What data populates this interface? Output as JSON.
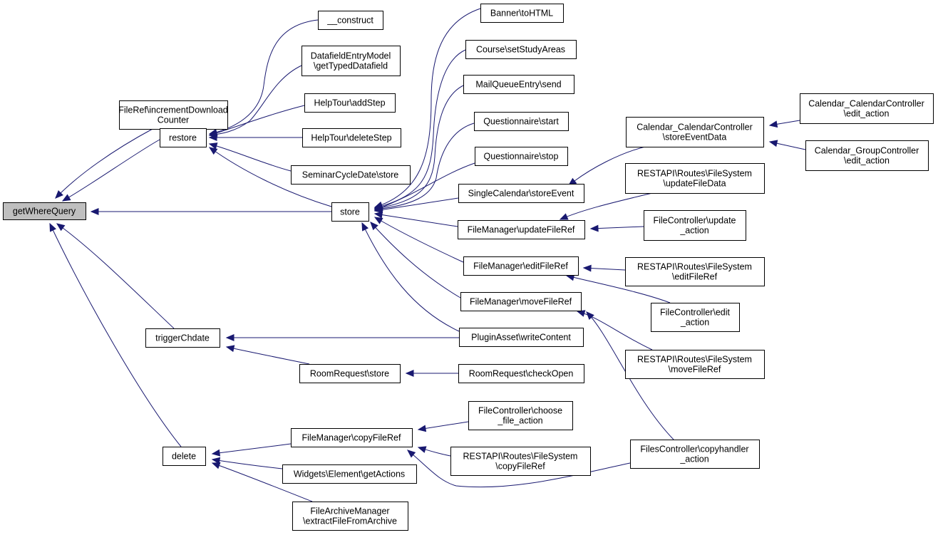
{
  "colors": {
    "edge": "#191970",
    "highlight_fill": "#bfbfbf",
    "node_fill": "#ffffff",
    "node_stroke": "#000000"
  },
  "nodes": [
    {
      "id": "getWhereQuery",
      "lines": [
        "getWhereQuery"
      ],
      "highlight": true
    },
    {
      "id": "fileref_incdl",
      "lines": [
        "FileRef\\incrementDownload",
        "Counter"
      ]
    },
    {
      "id": "restore",
      "lines": [
        "restore"
      ]
    },
    {
      "id": "triggerChdate",
      "lines": [
        "triggerChdate"
      ]
    },
    {
      "id": "delete",
      "lines": [
        "delete"
      ]
    },
    {
      "id": "store",
      "lines": [
        "store"
      ]
    },
    {
      "id": "construct",
      "lines": [
        "__construct"
      ]
    },
    {
      "id": "dfem",
      "lines": [
        "DatafieldEntryModel",
        "\\getTypedDatafield"
      ]
    },
    {
      "id": "ht_add",
      "lines": [
        "HelpTour\\addStep"
      ]
    },
    {
      "id": "ht_del",
      "lines": [
        "HelpTour\\deleteStep"
      ]
    },
    {
      "id": "scd_store",
      "lines": [
        "SeminarCycleDate\\store"
      ]
    },
    {
      "id": "rr_store",
      "lines": [
        "RoomRequest\\store"
      ]
    },
    {
      "id": "fm_copy",
      "lines": [
        "FileManager\\copyFileRef"
      ]
    },
    {
      "id": "we_get",
      "lines": [
        "Widgets\\Element\\getActions"
      ]
    },
    {
      "id": "fam_extract",
      "lines": [
        "FileArchiveManager",
        "\\extractFileFromArchive"
      ]
    },
    {
      "id": "banner",
      "lines": [
        "Banner\\toHTML"
      ]
    },
    {
      "id": "course",
      "lines": [
        "Course\\setStudyAreas"
      ]
    },
    {
      "id": "mqe",
      "lines": [
        "MailQueueEntry\\send"
      ]
    },
    {
      "id": "q_start",
      "lines": [
        "Questionnaire\\start"
      ]
    },
    {
      "id": "q_stop",
      "lines": [
        "Questionnaire\\stop"
      ]
    },
    {
      "id": "sc_store",
      "lines": [
        "SingleCalendar\\storeEvent"
      ]
    },
    {
      "id": "fm_update",
      "lines": [
        "FileManager\\updateFileRef"
      ]
    },
    {
      "id": "fm_edit",
      "lines": [
        "FileManager\\editFileRef"
      ]
    },
    {
      "id": "fm_move",
      "lines": [
        "FileManager\\moveFileRef"
      ]
    },
    {
      "id": "pa_write",
      "lines": [
        "PluginAsset\\writeContent"
      ]
    },
    {
      "id": "rr_check",
      "lines": [
        "RoomRequest\\checkOpen"
      ]
    },
    {
      "id": "fc_choose",
      "lines": [
        "FileController\\choose",
        "_file_action"
      ]
    },
    {
      "id": "rest_copy",
      "lines": [
        "RESTAPI\\Routes\\FileSystem",
        "\\copyFileRef"
      ]
    },
    {
      "id": "calc_store",
      "lines": [
        "Calendar_CalendarController",
        "\\storeEventData"
      ]
    },
    {
      "id": "rest_update",
      "lines": [
        "RESTAPI\\Routes\\FileSystem",
        "\\updateFileData"
      ]
    },
    {
      "id": "fc_update",
      "lines": [
        "FileController\\update",
        "_action"
      ]
    },
    {
      "id": "rest_edit",
      "lines": [
        "RESTAPI\\Routes\\FileSystem",
        "\\editFileRef"
      ]
    },
    {
      "id": "fc_edit",
      "lines": [
        "FileController\\edit",
        "_action"
      ]
    },
    {
      "id": "rest_move",
      "lines": [
        "RESTAPI\\Routes\\FileSystem",
        "\\moveFileRef"
      ]
    },
    {
      "id": "fsc_copy",
      "lines": [
        "FilesController\\copyhandler",
        "_action"
      ]
    },
    {
      "id": "calc_edit",
      "lines": [
        "Calendar_CalendarController",
        "\\edit_action"
      ]
    },
    {
      "id": "calg_edit",
      "lines": [
        "Calendar_GroupController",
        "\\edit_action"
      ]
    }
  ],
  "edges": [
    {
      "from": "fileref_incdl",
      "to": "getWhereQuery"
    },
    {
      "from": "restore",
      "to": "getWhereQuery"
    },
    {
      "from": "store",
      "to": "getWhereQuery"
    },
    {
      "from": "triggerChdate",
      "to": "getWhereQuery"
    },
    {
      "from": "delete",
      "to": "getWhereQuery"
    },
    {
      "from": "construct",
      "to": "restore"
    },
    {
      "from": "dfem",
      "to": "restore"
    },
    {
      "from": "ht_add",
      "to": "restore"
    },
    {
      "from": "ht_del",
      "to": "restore"
    },
    {
      "from": "scd_store",
      "to": "restore"
    },
    {
      "from": "store",
      "to": "restore"
    },
    {
      "from": "banner",
      "to": "store"
    },
    {
      "from": "course",
      "to": "store"
    },
    {
      "from": "mqe",
      "to": "store"
    },
    {
      "from": "q_start",
      "to": "store"
    },
    {
      "from": "q_stop",
      "to": "store"
    },
    {
      "from": "sc_store",
      "to": "store"
    },
    {
      "from": "fm_update",
      "to": "store"
    },
    {
      "from": "fm_edit",
      "to": "store"
    },
    {
      "from": "fm_move",
      "to": "store"
    },
    {
      "from": "pa_write",
      "to": "store"
    },
    {
      "from": "pa_write",
      "to": "triggerChdate"
    },
    {
      "from": "rr_store",
      "to": "triggerChdate"
    },
    {
      "from": "rr_check",
      "to": "rr_store"
    },
    {
      "from": "fm_copy",
      "to": "delete"
    },
    {
      "from": "we_get",
      "to": "delete"
    },
    {
      "from": "fam_extract",
      "to": "delete"
    },
    {
      "from": "fc_choose",
      "to": "fm_copy"
    },
    {
      "from": "rest_copy",
      "to": "fm_copy"
    },
    {
      "from": "fsc_copy",
      "to": "fm_copy"
    },
    {
      "from": "calc_store",
      "to": "sc_store"
    },
    {
      "from": "calc_edit",
      "to": "calc_store"
    },
    {
      "from": "calg_edit",
      "to": "calc_store"
    },
    {
      "from": "rest_update",
      "to": "fm_update"
    },
    {
      "from": "fc_update",
      "to": "fm_update"
    },
    {
      "from": "rest_edit",
      "to": "fm_edit"
    },
    {
      "from": "fc_edit",
      "to": "fm_edit"
    },
    {
      "from": "rest_move",
      "to": "fm_move"
    },
    {
      "from": "fsc_copy",
      "to": "fm_move"
    }
  ]
}
